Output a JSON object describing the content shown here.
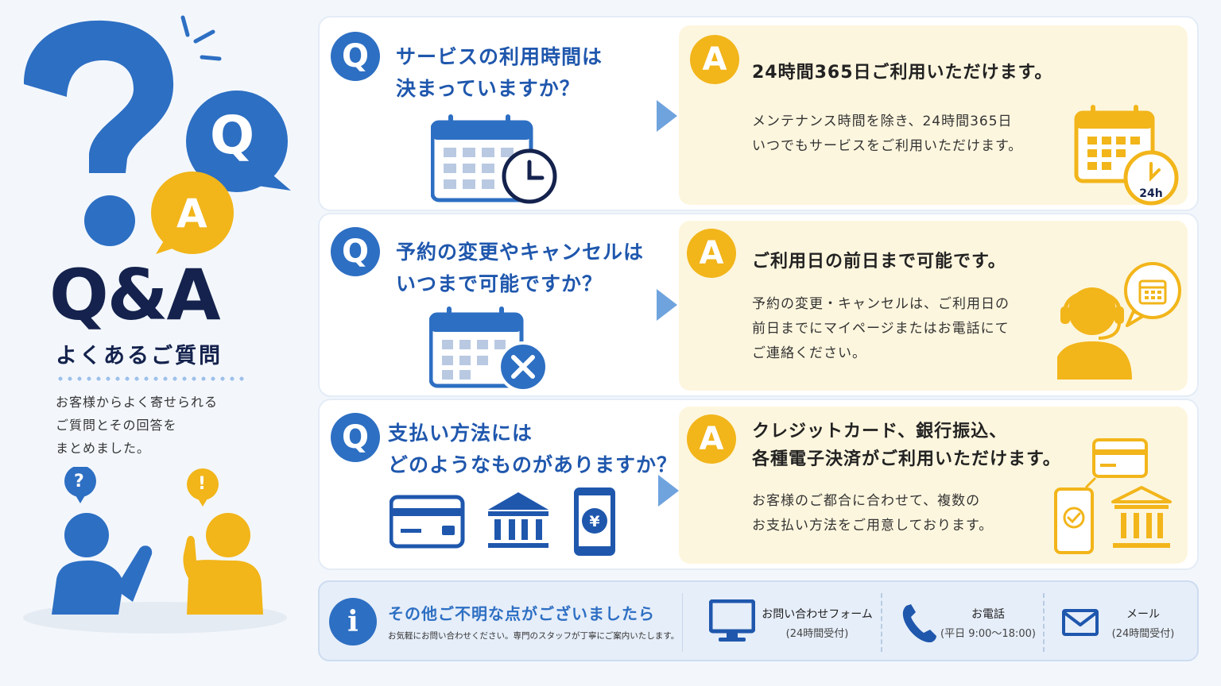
{
  "hero": {
    "title": "Q&A",
    "subtitle": "よくあるご質問",
    "lead": [
      "お客様からよく寄せられる",
      "ご質問とその回答を",
      "まとめました。"
    ],
    "bubble_q": "Q",
    "bubble_a": "A"
  },
  "faq": [
    {
      "q_badge": "Q",
      "question": [
        "サービスの利用時間は",
        "決まっていますか？"
      ],
      "a_badge": "A",
      "answer_head": [
        "24時間365日ご利用いただけます。"
      ],
      "answer_body": [
        "メンテナンス時間を除き、24時間365日",
        "いつでもサービスをご利用いただけます。"
      ],
      "q_icon": "calendar-clock-icon",
      "a_icon": "calendar-24h-icon",
      "a_icon_label": "24h"
    },
    {
      "q_badge": "Q",
      "question": [
        "予約の変更やキャンセルは",
        "いつまで可能ですか？"
      ],
      "a_badge": "A",
      "answer_head": [
        "ご利用日の前日まで可能です。"
      ],
      "answer_body": [
        "予約の変更・キャンセルは、ご利用日の",
        "前日までにマイページまたはお電話にて",
        "ご連絡ください。"
      ],
      "q_icon": "calendar-cancel-icon",
      "a_icon": "operator-headset-icon"
    },
    {
      "q_badge": "Q",
      "question": [
        "支払い方法には",
        "どのようなものがありますか？"
      ],
      "a_badge": "A",
      "answer_head": [
        "クレジットカード、銀行振込、",
        "各種電子決済がご利用いただけます。"
      ],
      "answer_body": [
        "お客様のご都合に合わせて、複数の",
        "お支払い方法をご用意しております。"
      ],
      "q_icons": [
        "credit-card-icon",
        "bank-icon",
        "smartphone-yen-icon"
      ],
      "phone_yen": "¥",
      "a_icon": "payment-methods-icon"
    }
  ],
  "info": {
    "badge": "i",
    "title": "その他ご不明な点がございましたら",
    "note": "お気軽にお問い合わせください。専門のスタッフが丁寧にご案内いたします。",
    "contacts": [
      {
        "icon": "monitor-icon",
        "label": "お問い合わせフォーム",
        "sub": "(24時間受付)"
      },
      {
        "icon": "phone-icon",
        "label": "お電話",
        "sub": "(平日 9:00〜18:00)"
      },
      {
        "icon": "mail-icon",
        "label": "メール",
        "sub": "(24時間受付)"
      }
    ]
  },
  "colors": {
    "blue": "#2d6fc3",
    "navy": "#14224d",
    "yellow": "#f2b51a",
    "answer_bg": "#fdf6de"
  }
}
